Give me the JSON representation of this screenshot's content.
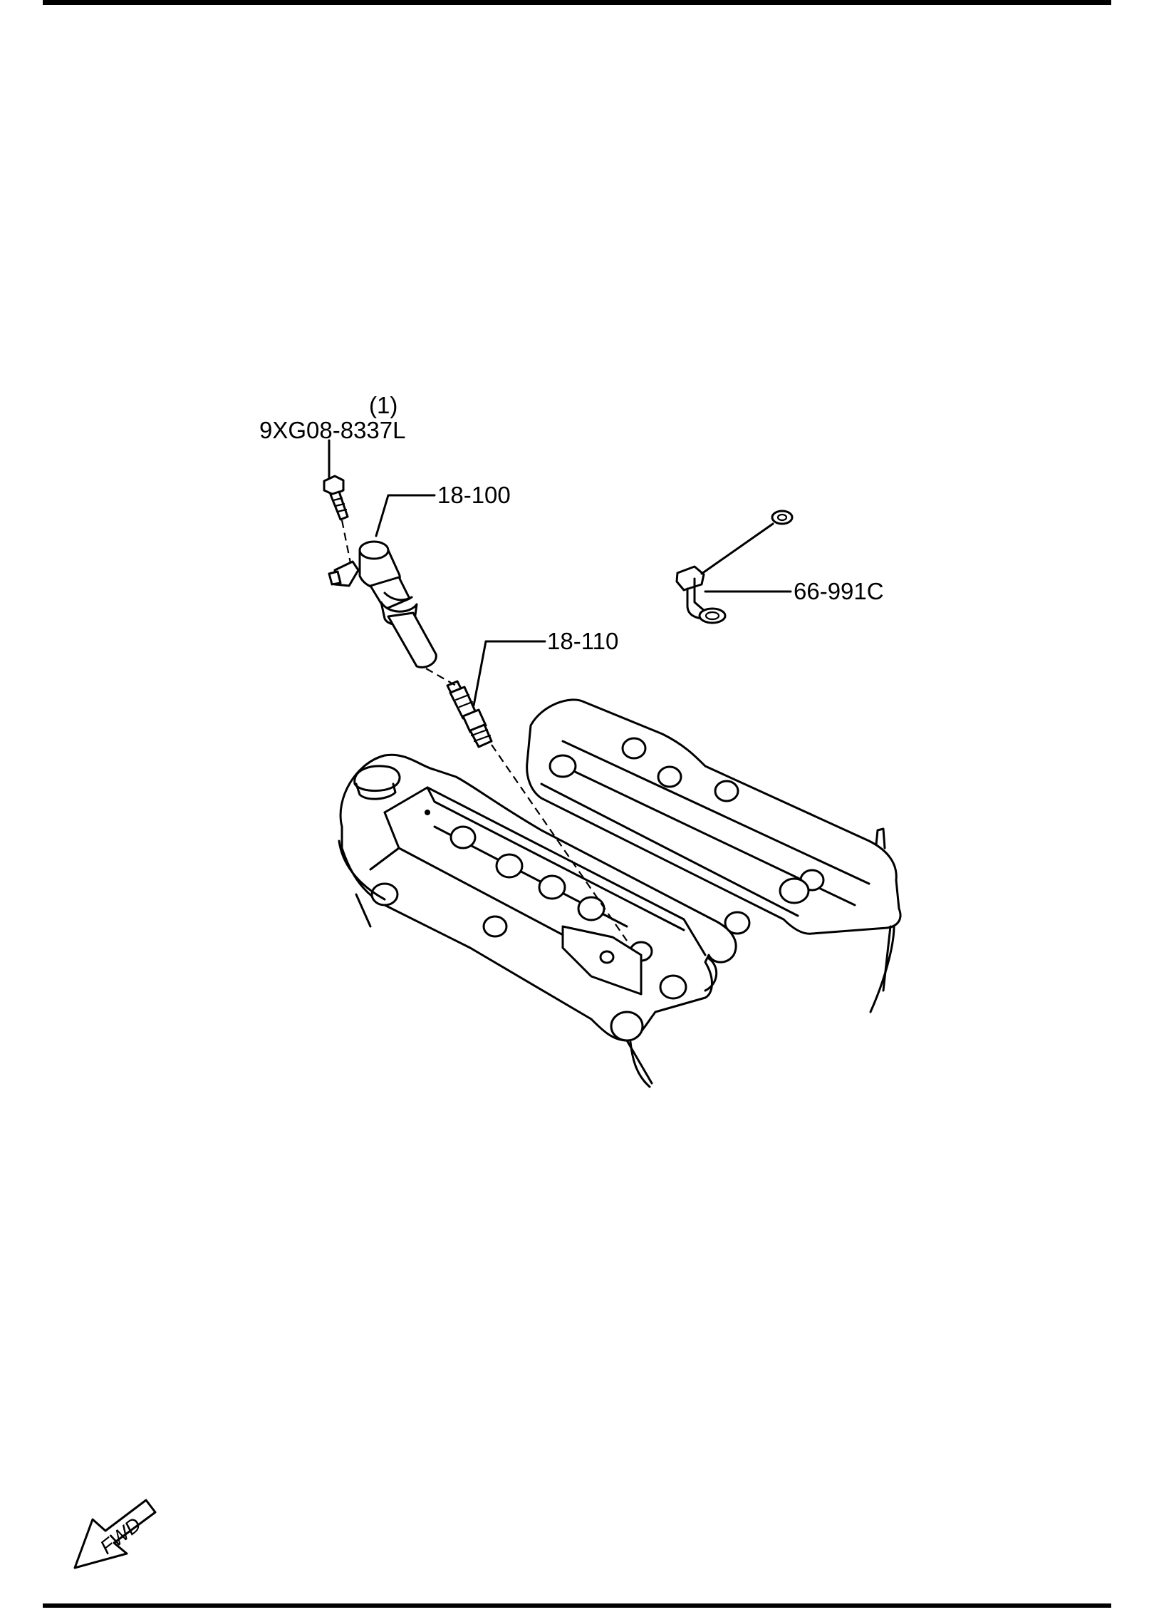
{
  "callouts": {
    "bolt_qty": "(1)",
    "bolt_part": "9XG08-8337L",
    "ignition_coil": "18-100",
    "spark_plug": "18-110",
    "harness_bracket": "66-991C"
  },
  "fwd_indicator": {
    "label": "FWD"
  }
}
